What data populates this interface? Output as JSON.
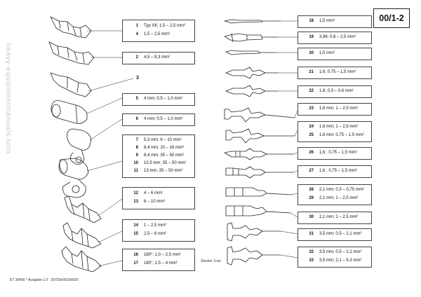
{
  "page_id": "00/1-2",
  "watermark": "heavy-equipmentmanuals.com",
  "footer": "ET 30400 * Ausgabe 1.0 · 30703e0010d020",
  "side_note": "Stecker 3.iso",
  "item3_label": "3",
  "left_groups": [
    {
      "items": [
        {
          "num": "1",
          "spec": "Typ XII; 1,5 – 2,5 mm²"
        },
        {
          "num": "4",
          "spec": "1,5 – 2,5 mm²"
        }
      ]
    },
    {
      "items": [
        {
          "num": "2",
          "spec": "4,5 – 8,3 mm²"
        }
      ]
    },
    {
      "items": [
        {
          "num": "5",
          "spec": "4 mm; 0,5 – 1,0 mm²"
        }
      ]
    },
    {
      "items": [
        {
          "num": "6",
          "spec": "4 mm; 0,5 – 1,0 mm²"
        }
      ]
    },
    {
      "items": [
        {
          "num": "7",
          "spec": "5,3 mm; 6 – 10 mm²"
        },
        {
          "num": "8",
          "spec": "8,4 mm; 10 – 16 mm²"
        },
        {
          "num": "9",
          "spec": "8,4 mm; 35 – 50 mm²"
        },
        {
          "num": "10",
          "spec": "10,5 mm; 35 – 50 mm²"
        },
        {
          "num": "11",
          "spec": "13 mm; 35 – 50 mm²"
        }
      ]
    },
    {
      "items": [
        {
          "num": "12",
          "spec": "4 – 6 mm²"
        },
        {
          "num": "13",
          "spec": "6 – 10 mm²"
        }
      ]
    },
    {
      "items": [
        {
          "num": "14",
          "spec": "1 – 2,5 mm²"
        },
        {
          "num": "15",
          "spec": "2,5 – 6 mm²"
        }
      ]
    },
    {
      "items": [
        {
          "num": "16",
          "spec": "180°; 1,0 – 2,5 mm²"
        },
        {
          "num": "17",
          "spec": "180°; 2,5 – 4 mm²"
        }
      ]
    }
  ],
  "right_groups": [
    {
      "items": [
        {
          "num": "18",
          "spec": "1,5 mm²"
        }
      ]
    },
    {
      "items": [
        {
          "num": "19",
          "spec": "3,96; 0,8 – 2,5 mm²"
        }
      ]
    },
    {
      "items": [
        {
          "num": "20",
          "spec": "1,5 mm²"
        }
      ]
    },
    {
      "items": [
        {
          "num": "21",
          "spec": "1,6; 0,75 – 1,5 mm²"
        }
      ]
    },
    {
      "items": [
        {
          "num": "22",
          "spec": "1,6; 0,3 – 0,6 mm²"
        }
      ]
    },
    {
      "items": [
        {
          "num": "23",
          "spec": "1,6 mm; 1 – 2,5 mm²"
        }
      ]
    },
    {
      "items": [
        {
          "num": "24",
          "spec": "1,6 mm; 1 – 2,5 mm²"
        },
        {
          "num": "25",
          "spec": "1,6 mm; 0,75 – 1,5 mm²"
        }
      ]
    },
    {
      "items": [
        {
          "num": "26",
          "spec": "1,6 ; 0,75 – 1,5 mm²"
        }
      ]
    },
    {
      "items": [
        {
          "num": "27",
          "spec": "1,6 ; 0,75 – 1,5 mm²"
        }
      ]
    },
    {
      "items": [
        {
          "num": "28",
          "spec": "2,1 mm; 0,3 – 0,75 mm²"
        },
        {
          "num": "29",
          "spec": "2,1 mm; 1 – 2,5 mm²"
        }
      ]
    },
    {
      "items": [
        {
          "num": "30",
          "spec": "2,1 mm; 1 – 2,5 mm²"
        }
      ]
    },
    {
      "items": [
        {
          "num": "31",
          "spec": "3,5 mm; 0,5 – 2,1 mm²"
        }
      ]
    },
    {
      "items": [
        {
          "num": "32",
          "spec": "3,5 mm; 0,5 – 2,1 mm²"
        },
        {
          "num": "33",
          "spec": "3,5 mm; 2,1 – 5,3 mm²"
        }
      ]
    }
  ]
}
